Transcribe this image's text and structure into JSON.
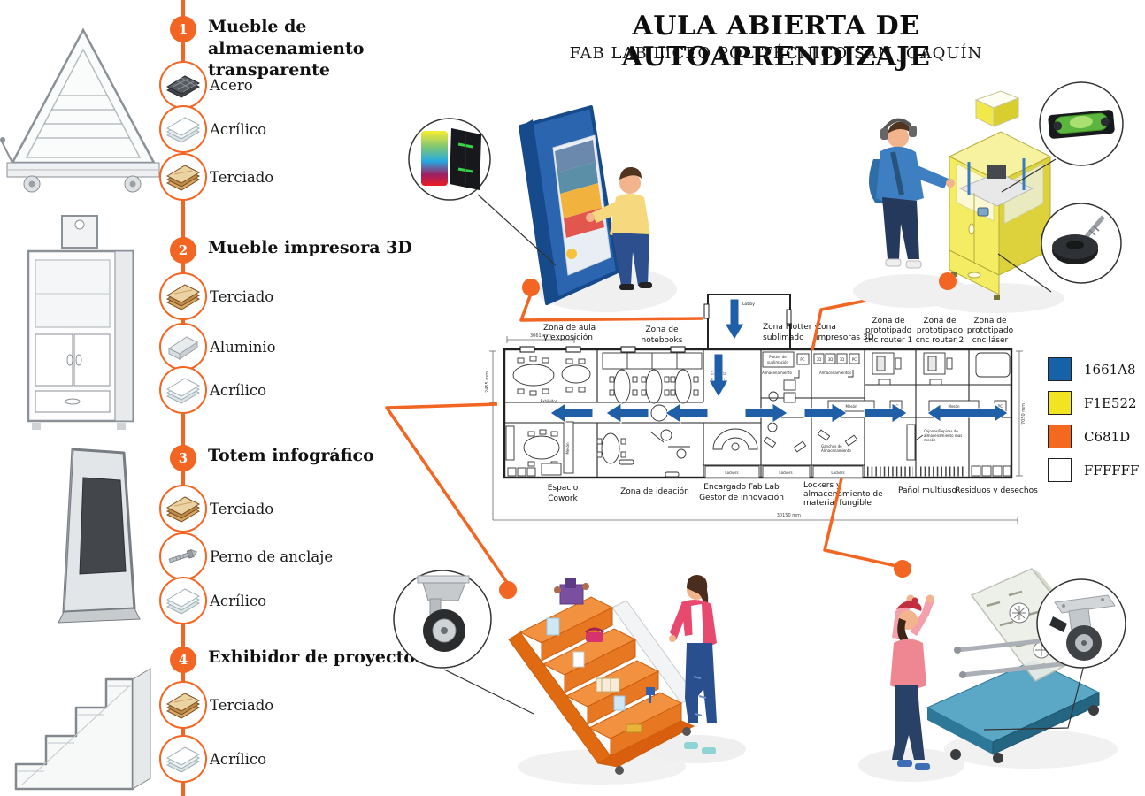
{
  "colors": {
    "accent_orange": "#F26522",
    "arrow_blue": "#1F5FA8",
    "kiosk_blue": "#1661A8",
    "cabinet_yellow": "#F1E522",
    "stand_orange": "#F4691E"
  },
  "header": {
    "title": "AULA ABIERTA DE AUTOAPRENDIZAJE",
    "subtitle": "FAB LAB LICEO POLITÉCNICO SAN JOAQUÍN"
  },
  "timeline": {
    "items": [
      {
        "number": "1",
        "title": "Mueble de almacenamiento transparente",
        "materials": [
          {
            "name": "Acero",
            "icon": "steel-sheet-icon"
          },
          {
            "name": "Acrílico",
            "icon": "acrylic-sheet-icon"
          },
          {
            "name": "Terciado",
            "icon": "plywood-sheet-icon"
          }
        ]
      },
      {
        "number": "2",
        "title": "Mueble impresora 3D",
        "materials": [
          {
            "name": "Terciado",
            "icon": "plywood-sheet-icon"
          },
          {
            "name": "Aluminio",
            "icon": "aluminum-profile-icon"
          },
          {
            "name": "Acrílico",
            "icon": "acrylic-sheet-icon"
          }
        ]
      },
      {
        "number": "3",
        "title": "Totem infográfico",
        "materials": [
          {
            "name": "Terciado",
            "icon": "plywood-sheet-icon"
          },
          {
            "name": "Perno de anclaje",
            "icon": "anchor-bolt-icon"
          },
          {
            "name": "Acrílico",
            "icon": "acrylic-sheet-icon"
          }
        ]
      },
      {
        "number": "4",
        "title": "Exhibidor de proyectos",
        "materials": [
          {
            "name": "Terciado",
            "icon": "plywood-sheet-icon"
          },
          {
            "name": "Acrílico",
            "icon": "acrylic-sheet-icon"
          }
        ]
      }
    ]
  },
  "legend": [
    {
      "label": "1661A8",
      "swatch": "#1661A8"
    },
    {
      "label": "F1E522",
      "swatch": "#F1E522"
    },
    {
      "label": "C681D",
      "swatch": "#F4691E"
    },
    {
      "label": "FFFFFF",
      "swatch": "#FFFFFF"
    }
  ],
  "floorplan": {
    "zones_top": [
      {
        "l1": "Zona de aula",
        "l2": "y exposición"
      },
      {
        "l1": "Zona de",
        "l2": "notebooks"
      },
      {
        "l1": "Zona Plotter y",
        "l2": "sublimado"
      },
      {
        "l1": "Zona",
        "l2": "impresoras 3D"
      },
      {
        "l1": "Zona de",
        "l2": "prototipado",
        "l3": "cnc router 1"
      },
      {
        "l1": "Zona de",
        "l2": "prototipado",
        "l3": "cnc router 2"
      },
      {
        "l1": "Zona de",
        "l2": "prototipado",
        "l3": "cnc láser"
      }
    ],
    "zones_bottom": [
      {
        "l1": "Espacio",
        "l2": "Cowork"
      },
      {
        "l1": "Zona de ideación"
      },
      {
        "l1": "Encargado Fab Lab",
        "l2": "Gestor de innovación"
      },
      {
        "l1": "Lockers y",
        "l2": "almacenamiento de",
        "l3": "material fungible"
      },
      {
        "l1": "Pañol multiuso"
      },
      {
        "l1": "Residuos y desechos"
      }
    ],
    "labels": {
      "lobby": "Lobby",
      "entrada_l1": "Entrada",
      "entrada_l2": "Fab Lab",
      "exhibidor": "Exhibidor",
      "meson": "Mesón",
      "pc": "PC",
      "printer_3d": "3D",
      "plotter_l1": "Plotter de",
      "plotter_l2": "sublimación",
      "almacenamiento": "Almacenamiento",
      "almacenamientos": "Almacenamientos",
      "lockers": "Lockers",
      "ganchos_l1": "Ganchos de",
      "ganchos_l2": "Almacenamiento",
      "cajones_l1": "Cajones/Repisas de",
      "cajones_l2": "almacenamiento mas",
      "cajones_l3": "mesón"
    },
    "dimensions": {
      "top_left": "3061 mm",
      "left": "2455 mm",
      "right": "7050 mm",
      "bottom": "30150 mm"
    }
  }
}
